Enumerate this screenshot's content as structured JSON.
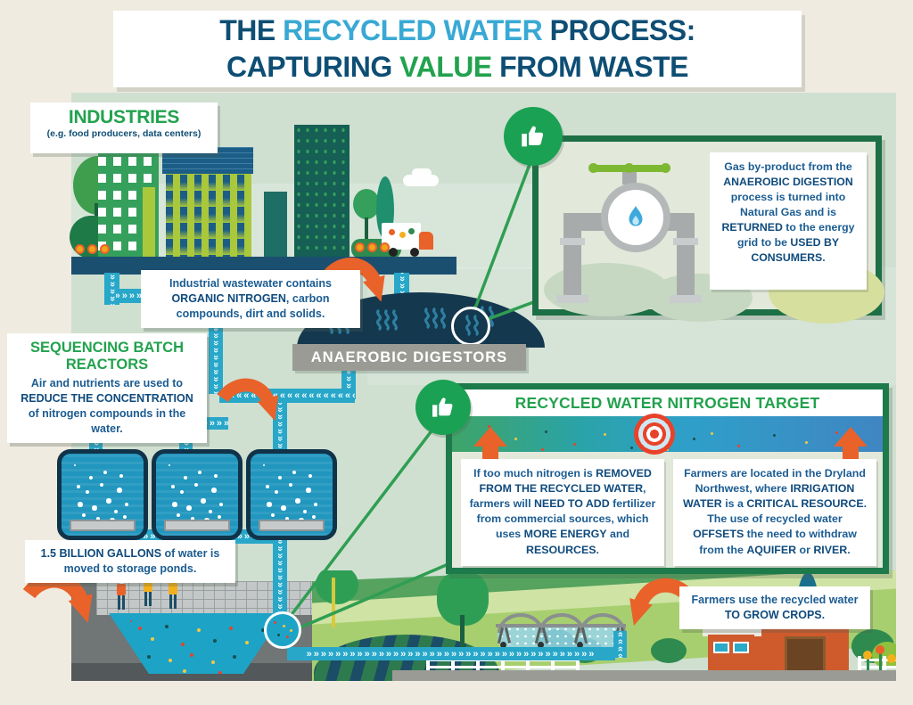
{
  "colors": {
    "navy": "#0e4e74",
    "light_blue": "#39a9d4",
    "green": "#22a24e",
    "text_blue": "#1b5c92",
    "bold_blue": "#0f4a7c",
    "pipe_teal": "#28a7c9",
    "orange": "#e8622a",
    "panel_green": "#1d6f45",
    "dome_navy": "#14384e",
    "canvas_green": "#cfe0d1",
    "cream": "#efebe0",
    "label_gray": "#9b9b96"
  },
  "icons": {
    "approval": "thumbs-up-icon",
    "target": "bullseye-target-icon",
    "flame": "gas-flame-icon",
    "magnifier": "zoom-circle-icon"
  },
  "title": {
    "line1": [
      {
        "t": "THE ",
        "c": "navy"
      },
      {
        "t": "RECYCLED WATER",
        "c": "ltblue"
      },
      {
        "t": " PROCESS:",
        "c": "navy"
      }
    ],
    "line2": [
      {
        "t": "CAPTURING ",
        "c": "navy"
      },
      {
        "t": "VALUE",
        "c": "green"
      },
      {
        "t": " FROM WASTE",
        "c": "navy"
      }
    ]
  },
  "industries": {
    "heading": "INDUSTRIES",
    "subheading": "(e.g. food producers, data centers)"
  },
  "wastewater_note": {
    "segments": [
      {
        "t": "Industrial wastewater contains "
      },
      {
        "t": "ORGANIC NITROGEN",
        "b": true
      },
      {
        "t": ", carbon compounds, dirt and solids."
      }
    ]
  },
  "sbr": {
    "heading": "SEQUENCING BATCH REACTORS",
    "segments": [
      {
        "t": "Air and nutrients are used to "
      },
      {
        "t": "REDUCE THE CONCENTRATION",
        "b": true
      },
      {
        "t": " of nitrogen compounds in the water."
      }
    ]
  },
  "digestors_label": "ANAEROBIC DIGESTORS",
  "gas_note": {
    "segments": [
      {
        "t": "Gas by-product from the "
      },
      {
        "t": "ANAEROBIC DIGESTION",
        "b": true
      },
      {
        "t": " process is turned into Natural Gas and is "
      },
      {
        "t": "RETURNED",
        "b": true
      },
      {
        "t": " to the energy grid to be "
      },
      {
        "t": "USED BY CONSUMERS",
        "b": true
      },
      {
        "t": "."
      }
    ]
  },
  "nitrogen_panel": {
    "heading": "RECYCLED WATER NITROGEN TARGET",
    "left_note": {
      "segments": [
        {
          "t": "If too much nitrogen is "
        },
        {
          "t": "REMOVED FROM THE RECYCLED WATER",
          "b": true
        },
        {
          "t": ", farmers will "
        },
        {
          "t": "NEED TO ADD",
          "b": true
        },
        {
          "t": " fertilizer from commercial sources, which uses "
        },
        {
          "t": "MORE ENERGY",
          "b": true
        },
        {
          "t": " and "
        },
        {
          "t": "RESOURCES",
          "b": true
        },
        {
          "t": "."
        }
      ]
    },
    "right_note": {
      "segments": [
        {
          "t": "Farmers are located in the Dryland Northwest, where "
        },
        {
          "t": "IRRIGATION WATER",
          "b": true
        },
        {
          "t": " is a "
        },
        {
          "t": "CRITICAL RESOURCE",
          "b": true
        },
        {
          "t": ". The use of recycled water "
        },
        {
          "t": "OFFSETS",
          "b": true
        },
        {
          "t": " the need to withdraw from the "
        },
        {
          "t": "AQUIFER",
          "b": true
        },
        {
          "t": " or "
        },
        {
          "t": "RIVER",
          "b": true
        },
        {
          "t": "."
        }
      ]
    }
  },
  "gallons_note": {
    "segments": [
      {
        "t": "1.5 BILLION GALLONS",
        "b": true
      },
      {
        "t": " of water is moved to storage ponds."
      }
    ]
  },
  "crops_note": {
    "segments": [
      {
        "t": "Farmers use the recycled water "
      },
      {
        "t": "TO GROW CROPS",
        "b": true
      },
      {
        "t": "."
      }
    ]
  }
}
